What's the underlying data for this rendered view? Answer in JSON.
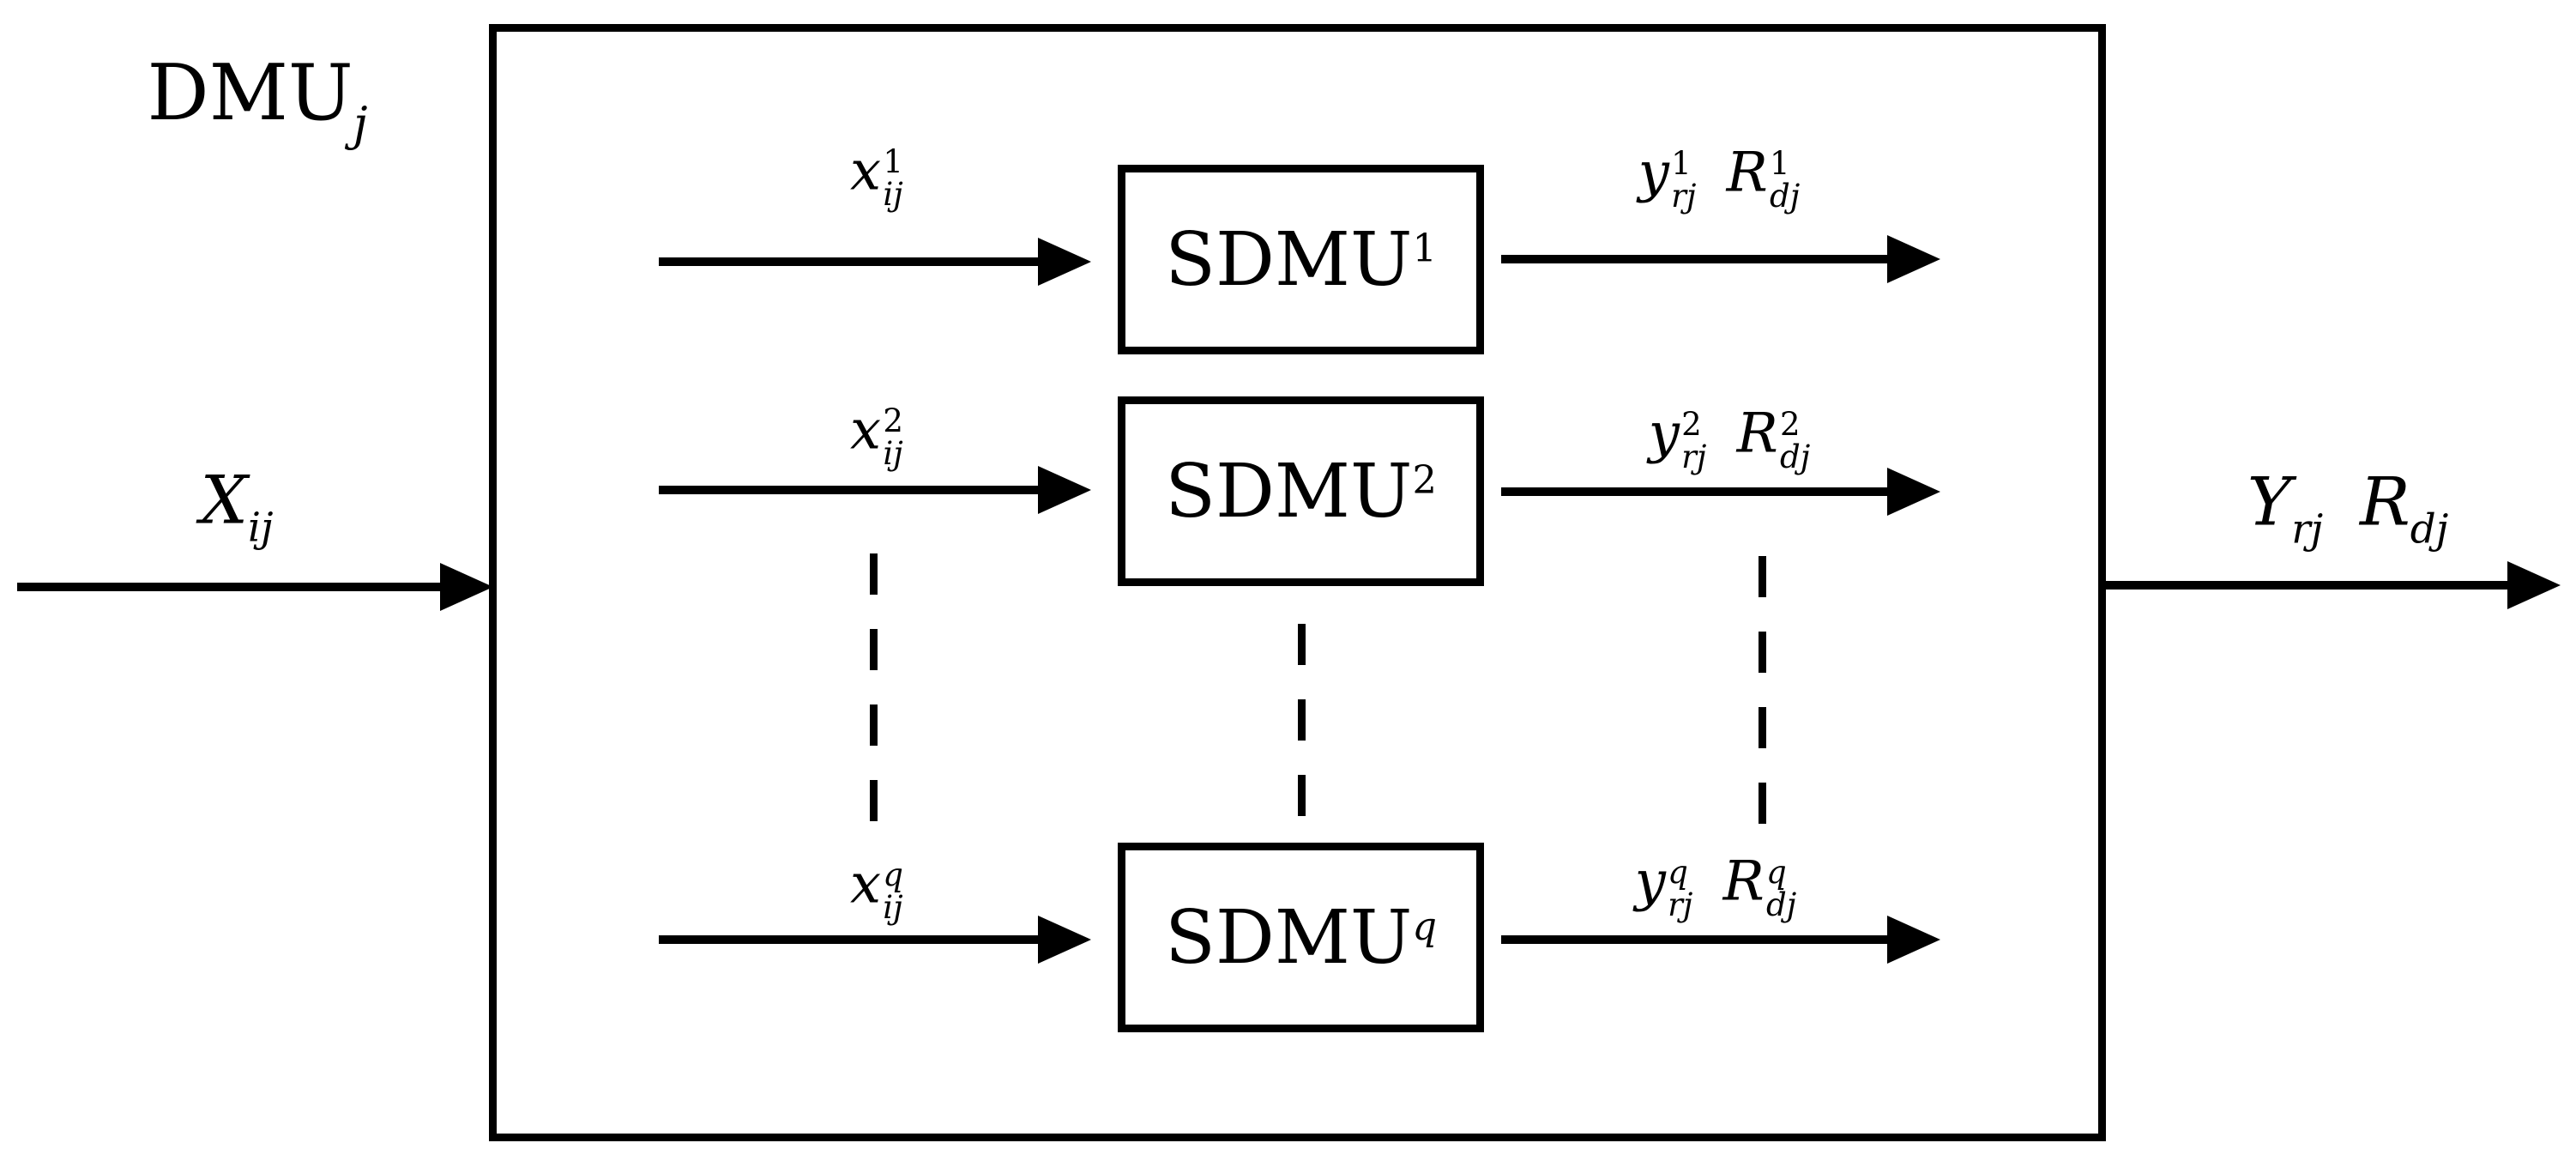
{
  "colors": {
    "ink": "#000000",
    "paper": "#ffffff"
  },
  "dmu_label": {
    "base": "DMU",
    "sub": "j"
  },
  "external_input": {
    "base": "X",
    "sub": "ij"
  },
  "external_output": {
    "token1": {
      "base": "Y",
      "sub": "rj"
    },
    "token2": {
      "base": "R",
      "sub": "dj"
    }
  },
  "rows": [
    {
      "input": {
        "base": "x",
        "sup": "1",
        "sub": "ij"
      },
      "unit": {
        "base": "SDMU",
        "sup": "1"
      },
      "out1": {
        "base": "y",
        "sup": "1",
        "sub": "rj"
      },
      "out2": {
        "base": "R",
        "sup": "1",
        "sub": "dj"
      }
    },
    {
      "input": {
        "base": "x",
        "sup": "2",
        "sub": "ij"
      },
      "unit": {
        "base": "SDMU",
        "sup": "2"
      },
      "out1": {
        "base": "y",
        "sup": "2",
        "sub": "rj"
      },
      "out2": {
        "base": "R",
        "sup": "2",
        "sub": "dj"
      }
    },
    {
      "input": {
        "base": "x",
        "sup": "q",
        "sub": "ij"
      },
      "unit": {
        "base": "SDMU",
        "sup": "q"
      },
      "out1": {
        "base": "y",
        "sup": "q",
        "sub": "rj"
      },
      "out2": {
        "base": "R",
        "sup": "q",
        "sub": "dj"
      }
    }
  ]
}
